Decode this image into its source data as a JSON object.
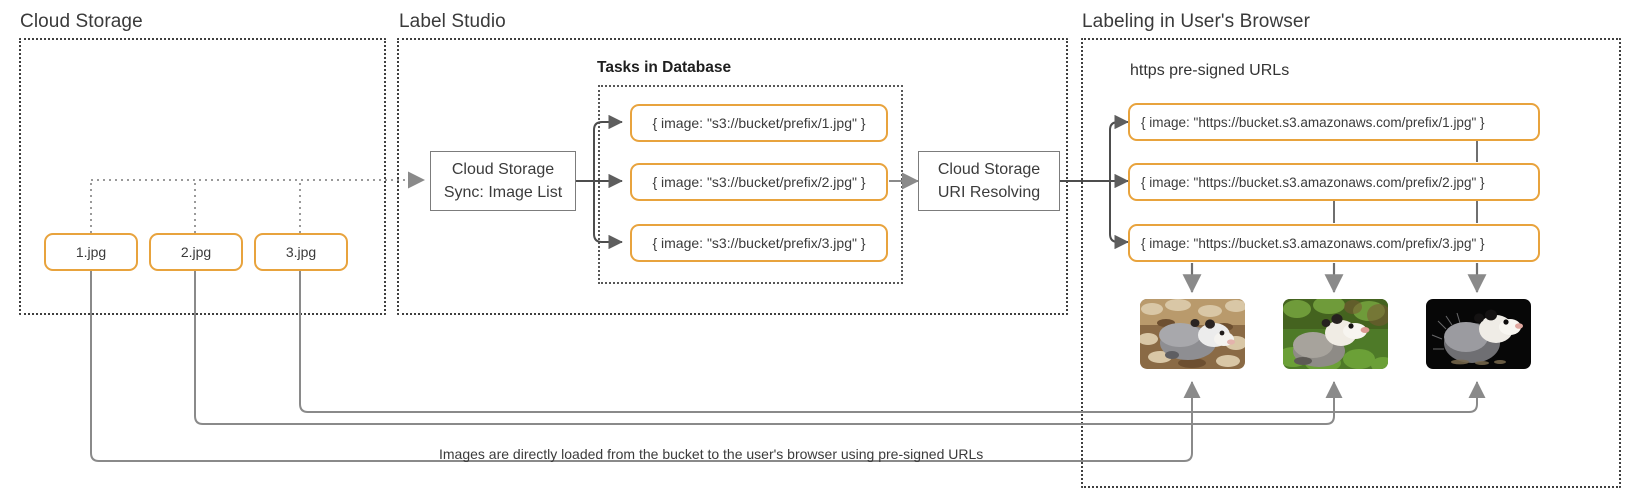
{
  "groups": [
    {
      "title": "Cloud Storage"
    },
    {
      "title": "Label Studio"
    },
    {
      "title": "Labeling in User's Browser"
    }
  ],
  "cloud_storage": {
    "files": [
      "1.jpg",
      "2.jpg",
      "3.jpg"
    ]
  },
  "label_studio": {
    "sync_box": {
      "line1": "Cloud Storage",
      "line2": "Sync: Image List"
    },
    "tasks_title": "Tasks in Database",
    "tasks": [
      "{ image: \"s3://bucket/prefix/1.jpg\" }",
      "{ image: \"s3://bucket/prefix/2.jpg\" }",
      "{ image: \"s3://bucket/prefix/3.jpg\" }"
    ],
    "resolve_box": {
      "line1": "Cloud Storage",
      "line2": "URI Resolving"
    }
  },
  "browser": {
    "urls_title": "https pre-signed URLs",
    "urls": [
      "{ image: \"https://bucket.s3.amazonaws.com/prefix/1.jpg\" }",
      "{ image: \"https://bucket.s3.amazonaws.com/prefix/2.jpg\" }",
      "{ image: \"https://bucket.s3.amazonaws.com/prefix/3.jpg\" }"
    ],
    "images": [
      {
        "alt": "opossum-on-autumn-leaves"
      },
      {
        "alt": "opossum-in-green-grass"
      },
      {
        "alt": "opossum-on-black-background"
      }
    ]
  },
  "footer_caption": "Images are directly loaded from the bucket to the user's browser using pre-signed URLs",
  "colors": {
    "accent_orange": "#E8A33D",
    "line_gray": "#7c7c7c",
    "text_dark": "#333333"
  }
}
